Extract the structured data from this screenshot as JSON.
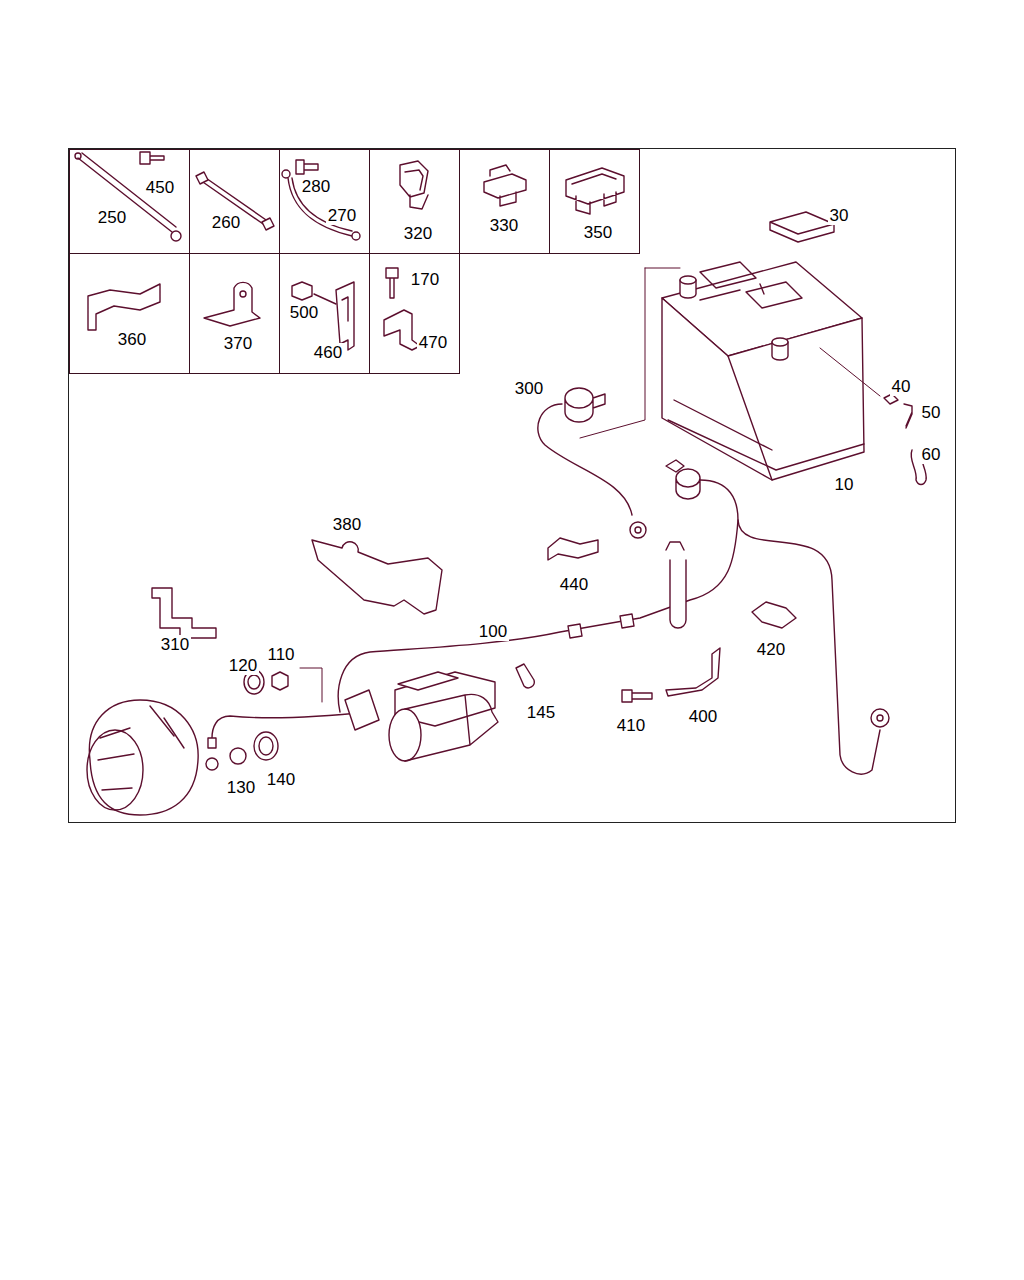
{
  "diagram": {
    "nodes": [
      {
        "text": [
          "30",
          "300",
          "40",
          "50",
          "60",
          "10",
          "380",
          "440",
          "100",
          "420",
          "310",
          "120",
          "110",
          "145",
          "410",
          "400",
          "130",
          "140"
        ]
      },
      {
        "text": [
          "450",
          "250"
        ],
        "in": 0
      },
      {
        "text": [
          "260"
        ],
        "in": 0
      },
      {
        "text": [
          "280",
          "270"
        ],
        "in": 0
      },
      {
        "text": [
          "320"
        ],
        "in": 0
      },
      {
        "text": [
          "330"
        ],
        "in": 0
      },
      {
        "text": [
          "350"
        ],
        "in": 0
      },
      {
        "text": [
          "360"
        ],
        "in": 0
      },
      {
        "text": [
          "370"
        ],
        "in": 0
      },
      {
        "text": [
          "500",
          "460"
        ],
        "in": 0
      },
      {
        "text": [
          "170",
          "470"
        ],
        "in": 0
      }
    ]
  }
}
